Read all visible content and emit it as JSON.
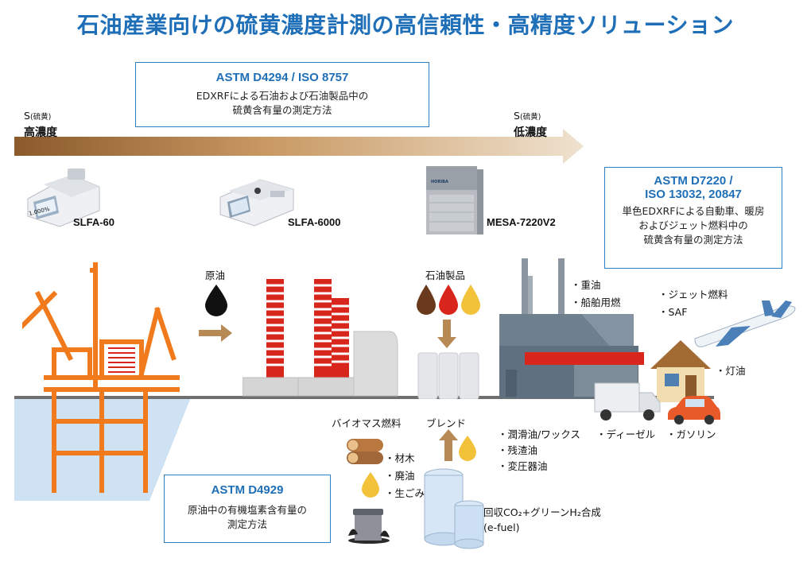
{
  "title": "石油産業向けの硫黄濃度計測の高信頼性・高精度ソリューション",
  "standards": {
    "d4294": {
      "title": "ASTM D4294 / ISO 8757",
      "desc_line1": "EDXRFによる石油および石油製品中の",
      "desc_line2": "硫黄含有量の測定方法"
    },
    "d7220": {
      "title_line1": "ASTM D7220 /",
      "title_line2": "ISO 13032, 20847",
      "desc_line1": "単色EDXRFによる自動車、暖房",
      "desc_line2": "およびジェット燃料中の",
      "desc_line3": "硫黄含有量の測定方法"
    },
    "d4929": {
      "title": "ASTM D4929",
      "desc_line1": "原油中の有機塩素含有量の",
      "desc_line2": "測定方法"
    }
  },
  "gradient": {
    "left_s": "S",
    "left_s_sub": "(硫黄)",
    "left_label": "高濃度",
    "right_s": "S",
    "right_s_sub": "(硫黄)",
    "right_label": "低濃度"
  },
  "instruments": {
    "slfa60": "SLFA-60",
    "slfa6000": "SLFA-6000",
    "mesa": "MESA-7220V2",
    "mesa_brand": "HORIBA",
    "slfa60_screen": "1.000%"
  },
  "process": {
    "crude": "原油",
    "products": "石油製品",
    "biomass": "バイオマス燃料",
    "blend": "ブレンド",
    "bio_items": [
      "・材木",
      "・廃油",
      "・生ごみ"
    ],
    "efuel_line1": "回収CO₂+グリーンH₂合成",
    "efuel_line2": "(e-fuel)",
    "heavy": [
      "・重油",
      "・船舶用燃"
    ],
    "jet": [
      "・ジェット燃料",
      "・SAF"
    ],
    "kerosene": "・灯油",
    "lubes": [
      "・潤滑油/ワックス",
      "・残渣油",
      "・変圧器油"
    ],
    "diesel": "・ディーゼル",
    "gasoline": "・ガソリン"
  },
  "colors": {
    "accent_blue": "#1f6fb8",
    "rig_orange": "#f07a1c",
    "arrow_tan": "#b78a55",
    "refinery_red": "#d9261c",
    "factory_gray": "#6e7f8e"
  }
}
